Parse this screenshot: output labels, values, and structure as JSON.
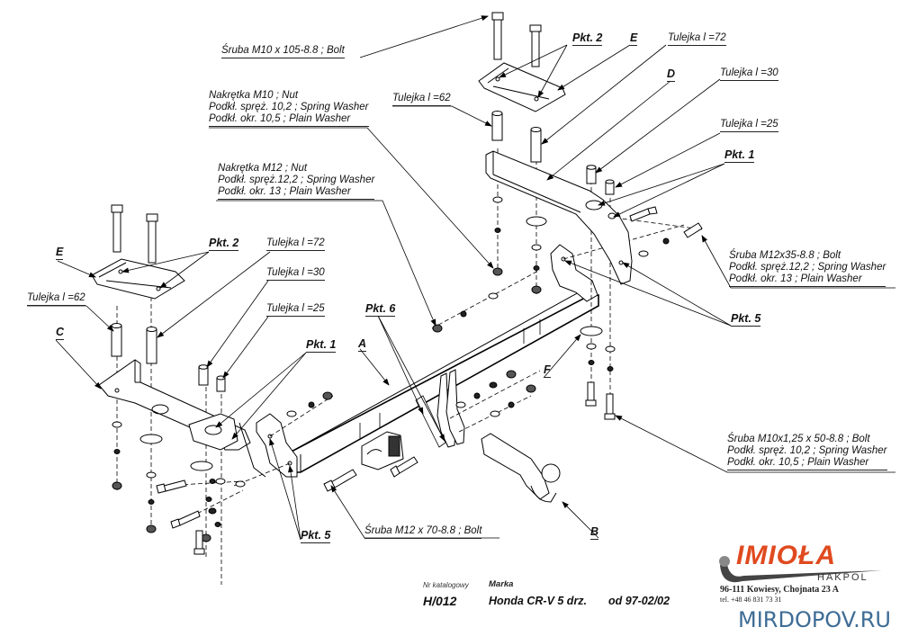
{
  "labels": {
    "bolt_m10_105": "Śruba M10 x 105-8.8 ; Bolt",
    "nut_m10": [
      "Nakrętka  M10 ; Nut",
      "Podkł. spręż. 10,2 ; Spring Washer",
      "Podkł. okr. 10,5 ;  Plain Washer"
    ],
    "nut_m12": [
      "Nakrętka  M12 ; Nut",
      "Podkł. spręż.12,2 ; Spring Washer",
      "Podkł. okr. 13 ; Plain Washer"
    ],
    "bolt_m12x35": [
      "Śruba M12x35-8.8 ;  Bolt",
      "Podkł. spręż.12,2 ; Spring Washer",
      "Podkł. okr. 13 ; Plain Washer"
    ],
    "bolt_m10x125": [
      "Śruba M10x1,25 x 50-8.8 ; Bolt",
      "Podkł. spręż. 10,2 ; Spring Washer",
      "Podkł. okr. 10,5 ;  Plain Washer"
    ],
    "bolt_m12_70": "Śruba M12 x 70-8.8 ; Bolt",
    "right_side": {
      "pkt2": "Pkt. 2",
      "e": "E",
      "tulejka72": "Tulejka l =72",
      "tulejka62": "Tulejka l =62",
      "d": "D",
      "tulejka30": "Tulejka l =30",
      "tulejka25": "Tulejka l =25",
      "pkt1": "Pkt. 1",
      "pkt5": "Pkt. 5"
    },
    "left_side": {
      "e": "E",
      "pkt2": "Pkt. 2",
      "tulejka72": "Tulejka l =72",
      "tulejka62": "Tulejka l =62",
      "tulejka30": "Tulejka l =30",
      "c": "C",
      "tulejka25": "Tulejka l =25",
      "pkt1": "Pkt. 1",
      "pkt5": "Pkt. 5"
    },
    "center": {
      "pkt6": "Pkt. 6",
      "a": "A",
      "f": "F",
      "b": "B"
    }
  },
  "title_block": {
    "catalog_label": "Nr katalogowy",
    "catalog_number": "H/012",
    "brand_label": "Marka",
    "vehicle": "Honda CR-V 5 drz.",
    "years": "od 97-02/02"
  },
  "logo": {
    "brand": "IMIOŁA",
    "sub": "HAKPOL",
    "address": "96-111 Kowiesy, Chojnata 23 A",
    "phone": "tel. +48 46 831 73 31",
    "accent": "#e04a1f"
  },
  "watermark": "MIRDOPOV.RU"
}
